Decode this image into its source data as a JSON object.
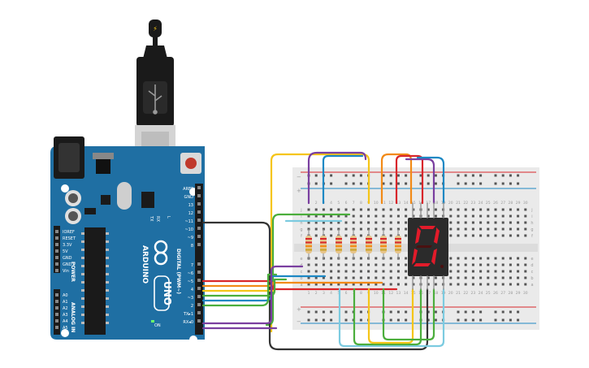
{
  "arduino": {
    "brand": "ARDUINO",
    "model": "UNO",
    "digital_header": "DIGITAL (PWM~)",
    "power_header": "POWER",
    "analog_header": "ANALOG IN",
    "on_label": "ON",
    "tx_label": "TX",
    "rx_label": "RX",
    "l_label": "L",
    "digital_pins": [
      "AREF",
      "GND",
      "13",
      "12",
      "~11",
      "~10",
      "~9",
      "8",
      "7",
      "~6",
      "~5",
      "4",
      "~3",
      "2",
      "TX▸1",
      "RX◂0"
    ],
    "power_pins": [
      "IOREF",
      "RESET",
      "3.3V",
      "5V",
      "GND",
      "GND",
      "Vin"
    ],
    "analog_pins": [
      "A0",
      "A1",
      "A2",
      "A3",
      "A4",
      "A5"
    ]
  },
  "breadboard": {
    "column_numbers": [
      "1",
      "2",
      "3",
      "4",
      "5",
      "6",
      "7",
      "8",
      "9",
      "10",
      "11",
      "12",
      "13",
      "14",
      "15",
      "16",
      "17",
      "18",
      "19",
      "20",
      "21",
      "22",
      "23",
      "24",
      "25",
      "26",
      "27",
      "28",
      "29",
      "30"
    ],
    "row_letters_top": [
      "j",
      "i",
      "h",
      "g",
      "f"
    ],
    "row_letters_bottom": [
      "e",
      "d",
      "c",
      "b",
      "a"
    ],
    "rail_plus": "+",
    "rail_minus": "−"
  },
  "display": {
    "digit": "0",
    "segment_color": "#e21b2a",
    "body_color": "#2b2b2b"
  },
  "colors": {
    "board": "#1f6fa3",
    "usb_plug": "#1a1a1a",
    "wire_red": "#d8262b",
    "wire_orange": "#f28a16",
    "wire_yellow": "#f5c518",
    "wire_green": "#4bae3c",
    "wire_blue": "#1d88c4",
    "wire_purple": "#7a3fa0",
    "wire_black": "#333333",
    "wire_lightblue": "#7ccbe0"
  }
}
